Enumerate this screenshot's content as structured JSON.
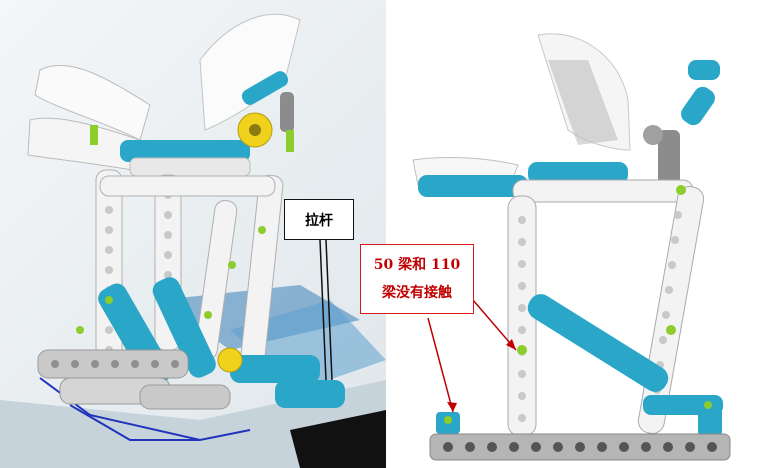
{
  "labels": {
    "pull_rod": "拉杆",
    "beam_note_line1": "50 梁和 110",
    "beam_note_line2": "梁没有接触"
  },
  "colors": {
    "lego_blue": "#2aa7c8",
    "lego_white": "#f2f2f2",
    "lego_gray": "#9a9a9a",
    "lego_yellow": "#f0d21c",
    "lego_green": "#8ccc2c",
    "note_red": "#c00000",
    "outline_blue": "#2233bb"
  }
}
